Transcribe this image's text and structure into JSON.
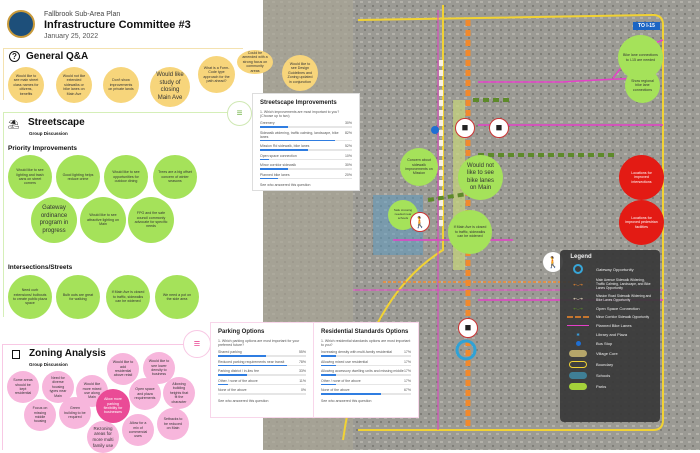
{
  "header": {
    "subtitle": "Fallbrook Sub-Area Plan",
    "title": "Infrastructure Committee #3",
    "date": "January 25, 2022"
  },
  "general": {
    "title": "General Q&A",
    "bubbles": [
      "Would like to see main street class names for citizens, benefits",
      "Would not like extended sidewalks or bike lanes on Main Ave",
      "Don't show improvements on private lands",
      "Would like study of closing Main Ave",
      "What is a Form-Code type approach for the path ahead?",
      "Could be amended with a strong focus on community areas",
      "Would like to see Design Guidelines and Zoning updated in conjunction"
    ]
  },
  "streetscape": {
    "title": "Streetscape",
    "subtitle": "Group Discussion",
    "priority_title": "Priority Improvements",
    "priority": [
      "Would like to see lighting and trash cans on street corners",
      "Good lighting helps reduce crime",
      "Would like to see opportunities for outdoor dining",
      "Trees are a big offset concern of winter seasons",
      "Gateway ordinance program in progress",
      "Would like to see attractive lighting on Main",
      "FPG and fire safe council commonly advocate for specific needs"
    ],
    "intersections_title": "Intersections/Streets",
    "intersections": [
      "Need curb extensions/ bulbouts to create public plaza space",
      "Bulb outs are great for walking",
      "If Main Ave is closed to traffic, sidewalks can be widened",
      "We need a pot on the side area"
    ]
  },
  "zoning": {
    "title": "Zoning Analysis",
    "subtitle": "Group Discussion",
    "bubbles": [
      "Some areas should be kept residential",
      "Need for diverse housing types near Main",
      "Would like more mixed use along Main",
      "Would like to add residential above retail",
      "Would like to see lower density to business",
      "Focus on missing middle housing",
      "Green building to be required",
      "Allow more parking flexibility for businesses",
      "Open space and plaza requirements",
      "Allowing building heights that fit the character",
      "Rezoning areas for more multi family use",
      "Allow for a mix of commercial uses",
      "Setbacks to be reduced on Main"
    ]
  },
  "polls": {
    "streetscape": {
      "title": "Streetscape Improvements",
      "question": "1. Which improvements are most important to you? (Choose up to two)",
      "options": [
        {
          "label": "Greenery",
          "pct": 30
        },
        {
          "label": "Sidewalk widening, traffic calming, landscape, bike lanes",
          "pct": 82
        },
        {
          "label": "Mission Rd sidewalk, bike lanes",
          "pct": 52
        },
        {
          "label": "Open space connection",
          "pct": 10
        },
        {
          "label": "Minor corridor sidewalk",
          "pct": 30
        },
        {
          "label": "Planned bike lanes",
          "pct": 20
        }
      ],
      "footer": "See who answered this question"
    },
    "parking": {
      "title": "Parking Options",
      "question": "1. Which parking options are most important for your preferred future?",
      "options": [
        {
          "label": "Shared parking",
          "pct": 55
        },
        {
          "label": "Reduced parking requirements near transit",
          "pct": 78
        },
        {
          "label": "Parking district / in-lieu fee",
          "pct": 33
        },
        {
          "label": "Other / none of the above",
          "pct": 11
        },
        {
          "label": "None of the above",
          "pct": 0
        }
      ],
      "footer": "See who answered this question"
    },
    "residential": {
      "title": "Residential Standards Options",
      "question": "1. Which residential standards options are most important to you?",
      "options": [
        {
          "label": "Increasing density with multi-family residential",
          "pct": 17
        },
        {
          "label": "Allowing mixed use residential",
          "pct": 17
        },
        {
          "label": "Allowing accessory dwelling units and missing middle",
          "pct": 17
        },
        {
          "label": "Other / none of the above",
          "pct": 17
        },
        {
          "label": "None of the above",
          "pct": 67
        }
      ],
      "footer": "See who answered this question"
    }
  },
  "map": {
    "to_i15": "TO I-15",
    "notes_green": [
      "Bike lane connections to I-15 are needed",
      "Show regional bike lane connections",
      "Would not like to see bike lanes on Main",
      "Concern about sidewalk improvements on Mission",
      "If Main Ave is closed to traffic, sidewalks can be widened",
      "Safe crossing needed near schools"
    ],
    "notes_red": [
      "Locations for improved intersections",
      "Locations for improved pedestrian facilities"
    ]
  },
  "legend": {
    "title": "Legend",
    "items": [
      "Gateway Opportunity",
      "Main Avenue Sidewalk Widening, Traffic Calming, Landscape, and Bike Lanes Opportunity",
      "Mission Road Sidewalk Widening and Bike Lanes Opportunity",
      "Open Space Connection",
      "Minor Corridor Sidewalk Opportunity",
      "Planned Bike Lanes",
      "Library and Plaza",
      "Bus Stop",
      "Village Core",
      "Boundary",
      "Schools",
      "Parks"
    ]
  },
  "colors": {
    "yellow": "#f7d57b",
    "green": "#a5e25a",
    "pink": "#f7b6dc",
    "hotpink": "#ea4b96",
    "red": "#e31b14",
    "bar": "#2f7de1"
  }
}
